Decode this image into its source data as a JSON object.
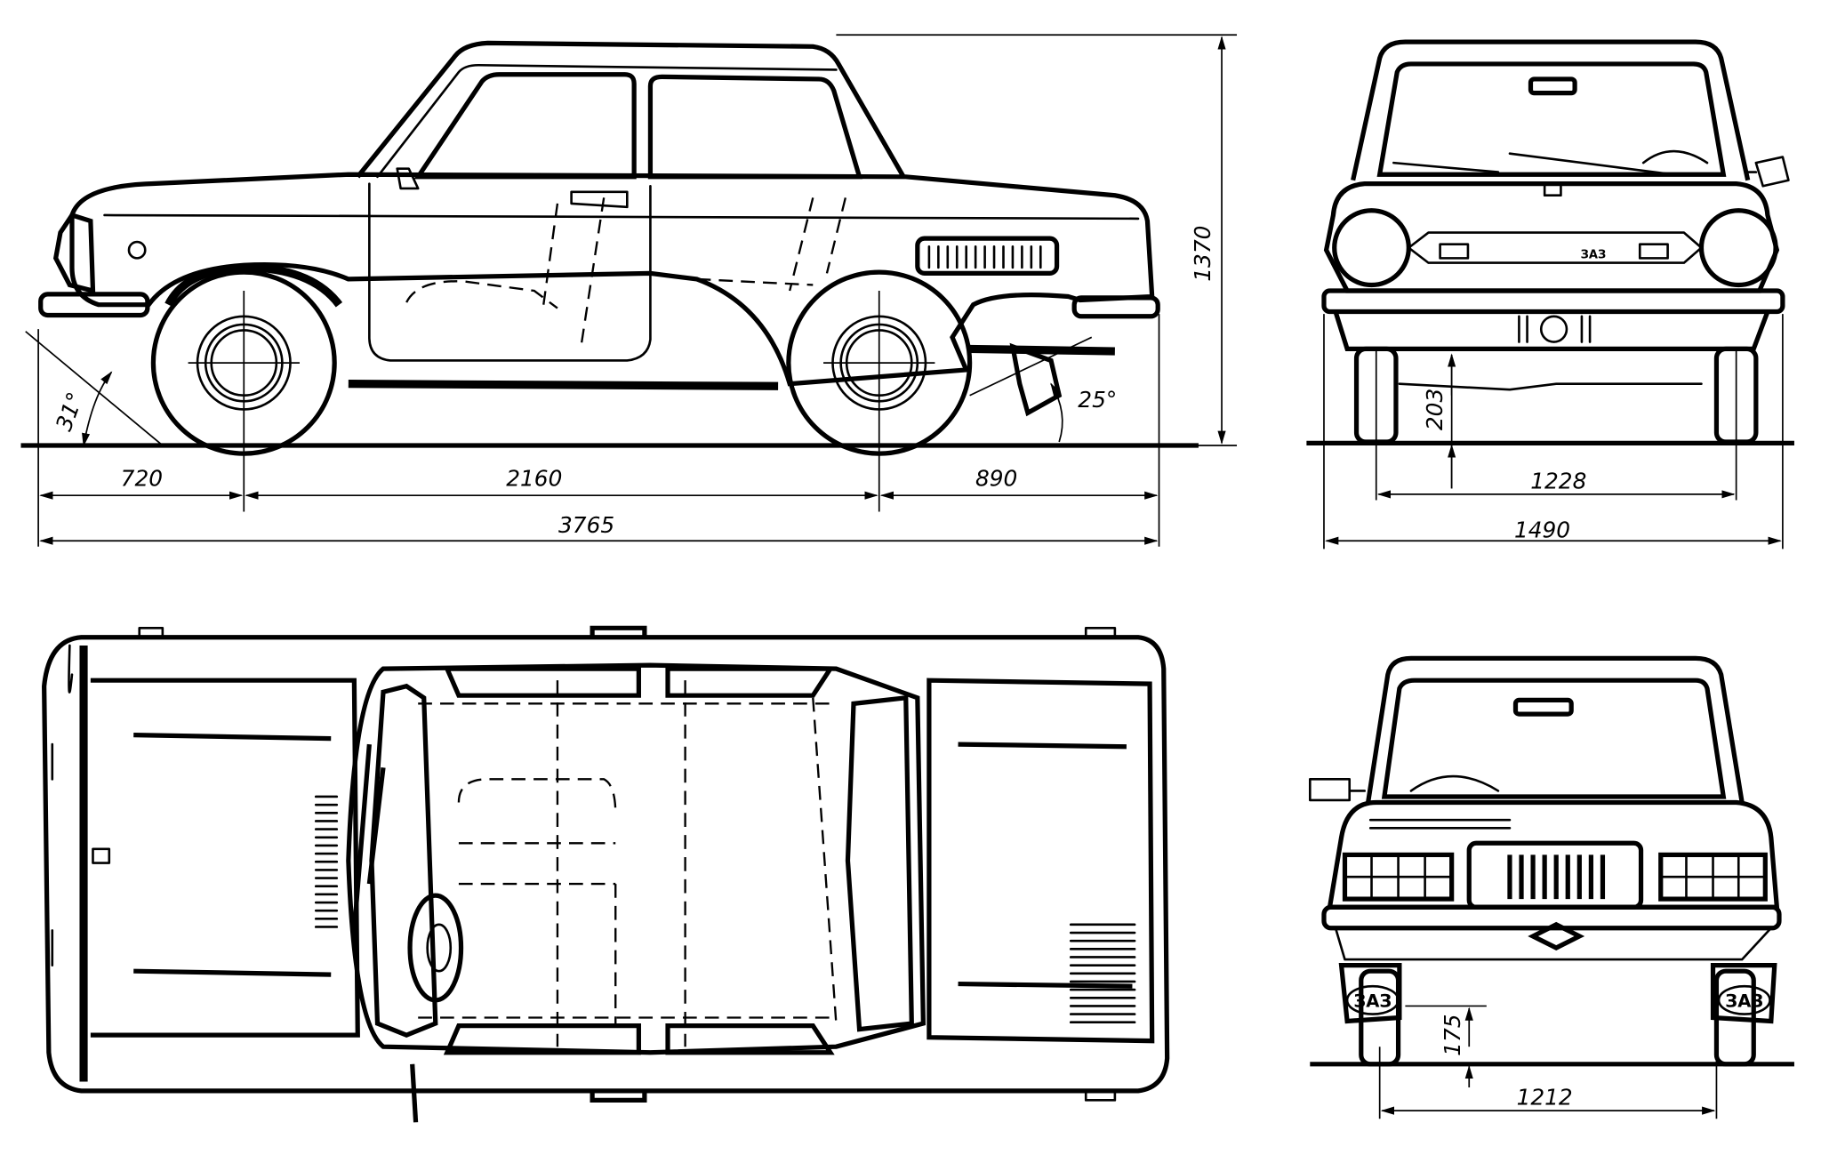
{
  "title": "ZAZ car dimensional drawing",
  "side_view": {
    "overall_height": "1370",
    "front_overhang": "720",
    "wheelbase": "2160",
    "rear_overhang": "890",
    "overall_length": "3765",
    "approach_angle": "31°",
    "departure_angle": "25°"
  },
  "front_view": {
    "ground_clearance": "203",
    "front_track": "1228",
    "overall_width": "1490",
    "grille_badge": "ЗАЗ"
  },
  "rear_view": {
    "ground_clearance": "175",
    "rear_track": "1212",
    "mudflap_badge_left": "ЗАЗ",
    "mudflap_badge_right": "ЗАЗ"
  },
  "colors": {
    "ink": "#000000",
    "paper": "#ffffff"
  }
}
